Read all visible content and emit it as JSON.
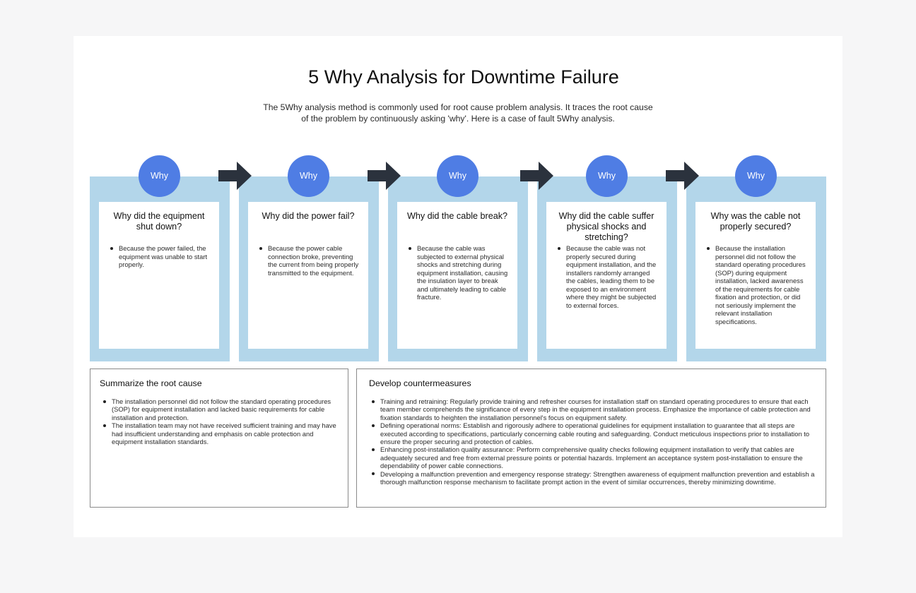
{
  "header": {
    "title": "5 Why Analysis for Downtime Failure",
    "description": "The 5Why analysis method is commonly used for root cause problem analysis. It traces the root cause of the problem by continuously asking 'why'. Here is a case of fault 5Why analysis."
  },
  "steps": [
    {
      "badge": "Why",
      "question": "Why did the equipment shut down?",
      "answer": "Because the power failed, the equipment was unable to start properly."
    },
    {
      "badge": "Why",
      "question": "Why did the power fail?",
      "answer": "Because the power cable connection broke, preventing the current from being properly transmitted to the equipment."
    },
    {
      "badge": "Why",
      "question": "Why did the cable break?",
      "answer": "Because the cable was subjected to external physical shocks and stretching during equipment installation, causing the insulation layer to break and ultimately leading to cable fracture."
    },
    {
      "badge": "Why",
      "question": "Why did the cable suffer physical shocks and stretching?",
      "answer": "Because the cable was not properly secured during equipment installation, and the installers randomly arranged the cables, leading them to be exposed to an environment where they might be subjected to external forces."
    },
    {
      "badge": "Why",
      "question": "Why was the cable not properly secured?",
      "answer": "Because the installation personnel did not follow the standard operating procedures (SOP) during equipment installation, lacked awareness of the requirements for cable fixation and protection, or did not seriously implement the relevant installation specifications."
    }
  ],
  "root_cause": {
    "title": "Summarize the root cause",
    "items": [
      "The installation personnel did not follow the standard operating procedures (SOP) for equipment installation and lacked basic requirements for cable installation and protection.",
      "The installation team may not have received sufficient training and may have had insufficient understanding and emphasis on cable protection and equipment installation standards."
    ]
  },
  "countermeasures": {
    "title": "Develop countermeasures",
    "items": [
      "Training and retraining: Regularly provide training and refresher courses for installation staff on standard operating procedures to ensure that each team member comprehends the significance of every step in the equipment installation process. Emphasize the importance of cable protection and fixation standards to heighten the installation personnel's focus on equipment safety.",
      "Defining operational norms: Establish and rigorously adhere to operational guidelines for equipment installation to guarantee that all steps are executed according to specifications, particularly concerning cable routing and safeguarding. Conduct meticulous inspections prior to installation to ensure the proper securing and protection of cables.",
      "Enhancing post-installation quality assurance: Perform comprehensive quality checks following equipment installation to verify that cables are adequately secured and free from external pressure points or potential hazards. Implement an acceptance system post-installation to ensure the dependability of power cable connections.",
      "Developing a malfunction prevention and emergency response strategy: Strengthen awareness of equipment malfunction prevention and establish a thorough malfunction response mechanism to facilitate prompt action in the event of similar occurrences, thereby minimizing downtime."
    ]
  },
  "colors": {
    "page_bg": "#f6f6f7",
    "column_bg": "#b3d6ea",
    "badge": "#4f7de4",
    "arrow": "#2b323d"
  }
}
